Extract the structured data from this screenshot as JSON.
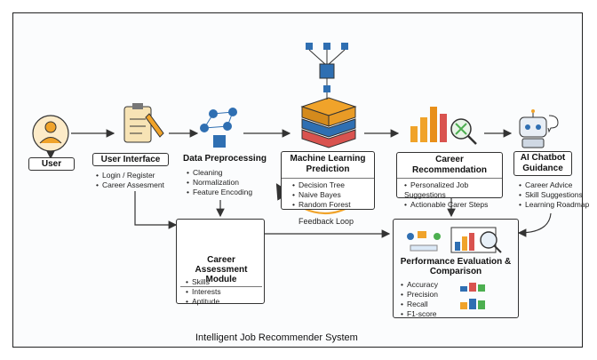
{
  "title": "Intelligent Job Recommender System",
  "nodes": {
    "user": {
      "label": "User"
    },
    "ui": {
      "label": "User Interface",
      "items": [
        "Login / Register",
        "Career Assesment"
      ]
    },
    "prep": {
      "label": "Data Preprocessing",
      "items": [
        "Cleaning",
        "Normalization",
        "Feature Encoding"
      ]
    },
    "ml": {
      "label": "Machine Learning Prediction",
      "items": [
        "Decision Tree",
        "Naive Bayes",
        "Random Forest"
      ]
    },
    "career": {
      "label": "Career Recommendation",
      "items": [
        "Personalized Job Suggestions",
        "Actionable Carer Steps"
      ]
    },
    "chatbot": {
      "label": "AI Chatbot Guidance",
      "items": [
        "Career Advice",
        "Skill Suggestions",
        "Learning Roadmap"
      ]
    },
    "assessment": {
      "label": "Career Assessment Module",
      "items": [
        "Skills",
        "Interests",
        "Aptitude"
      ]
    },
    "perf": {
      "label": "Performance Evaluation & Comparison",
      "items": [
        "Accuracy",
        "Precision",
        "Recall",
        "F1-score"
      ]
    }
  },
  "feedback_label": "Feedback Loop",
  "colors": {
    "accent_blue": "#2f6fb2",
    "accent_orange": "#f0a32a",
    "accent_red": "#d9534f",
    "accent_green": "#4caf50"
  }
}
